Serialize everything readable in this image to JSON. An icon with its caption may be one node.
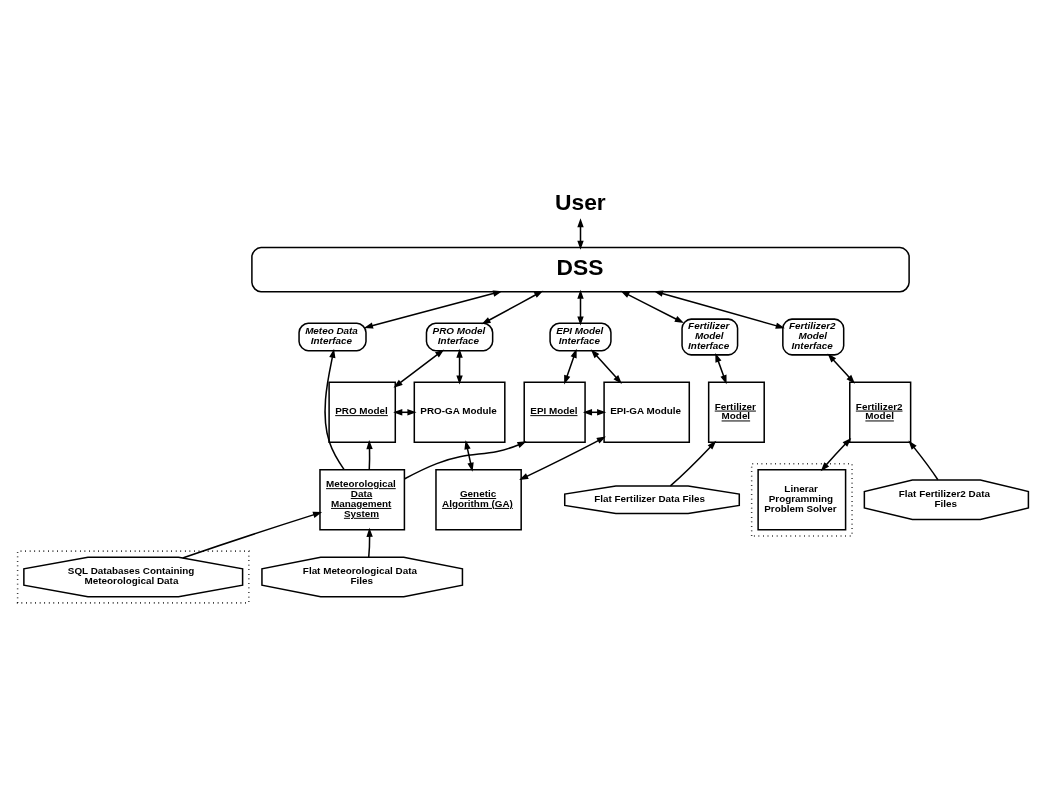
{
  "diagram": {
    "nodes": [
      {
        "text": [
          "User"
        ]
      },
      {
        "text": [
          "DSS"
        ]
      },
      {
        "text": [
          "PRO Model Interface"
        ]
      },
      {
        "text": [
          "EPI Model Interface"
        ]
      },
      {
        "text": [
          "Meteo Data Interface"
        ]
      },
      {
        "text": [
          "Fertilizer Model Interface"
        ]
      },
      {
        "text": [
          "Fertilizer2 Model Interface"
        ]
      },
      {
        "text": [
          "PRO Model"
        ]
      },
      {
        "text": [
          "PRO-GA Module"
        ]
      },
      {
        "text": [
          "EPI-GA Module"
        ]
      },
      {
        "text": [
          "EPI Model"
        ]
      },
      {
        "text": [
          "Fertilizer Model"
        ]
      },
      {
        "text": [
          "Fertilizer2 Model"
        ]
      },
      {
        "text": [
          "Genetic Algorithm (GA)"
        ]
      },
      {
        "text": [
          "Flat Fertilizer Data Files"
        ]
      },
      {
        "text": [
          "Flat Fertilizer2 Data Files"
        ]
      },
      {
        "text": [
          "Meteorological Data Management System"
        ]
      },
      {
        "text": [],
        "shape": "box"
      },
      {
        "text": [
          "SQL Databases Containing Meteorological Data"
        ],
        "in": 17
      },
      {
        "text": [
          "Flat Meteorological Data Files"
        ]
      },
      {
        "text": [],
        "shape": "box"
      },
      {
        "text": [
          "Linerar Programming Problem Solver"
        ],
        "in": 20
      }
    ],
    "edges": [
      {
        "from": 0,
        "to": 1,
        "arrow": "both"
      },
      {
        "from": 1,
        "to": 2,
        "arrow": "both"
      },
      {
        "from": 1,
        "to": 3,
        "arrow": "both"
      },
      {
        "from": 1,
        "to": 4,
        "arrow": "both"
      },
      {
        "from": 1,
        "to": 5,
        "arrow": "both"
      },
      {
        "from": 1,
        "to": 6,
        "arrow": "both"
      },
      {
        "from": 2,
        "to": 7,
        "arrow": "both"
      },
      {
        "from": 2,
        "to": 8,
        "arrow": "both"
      },
      {
        "from": 3,
        "to": 9,
        "arrow": "both"
      },
      {
        "from": 3,
        "to": 10,
        "arrow": "both"
      },
      {
        "from": 7,
        "to": 8,
        "arrow": "both"
      },
      {
        "from": 9,
        "to": 10,
        "arrow": "both"
      },
      {
        "from": 8,
        "to": 13,
        "arrow": "both"
      },
      {
        "from": 9,
        "to": 13,
        "arrow": "both"
      },
      {
        "from": 5,
        "to": 11,
        "arrow": "both"
      },
      {
        "from": 6,
        "to": 12,
        "arrow": "both"
      },
      {
        "from": 14,
        "to": 11,
        "arrow": "to"
      },
      {
        "from": 15,
        "to": 12,
        "arrow": "to"
      },
      {
        "from": 21,
        "to": 12,
        "arrow": "both"
      },
      {
        "from": 16,
        "to": 7,
        "arrow": "to"
      },
      {
        "from": 16,
        "to": 10,
        "arrow": "to"
      },
      {
        "from": 16,
        "to": 4,
        "arrow": "to"
      },
      {
        "from": 18,
        "to": 16,
        "arrow": "to"
      },
      {
        "from": 19,
        "to": 16,
        "arrow": "to"
      }
    ]
  }
}
